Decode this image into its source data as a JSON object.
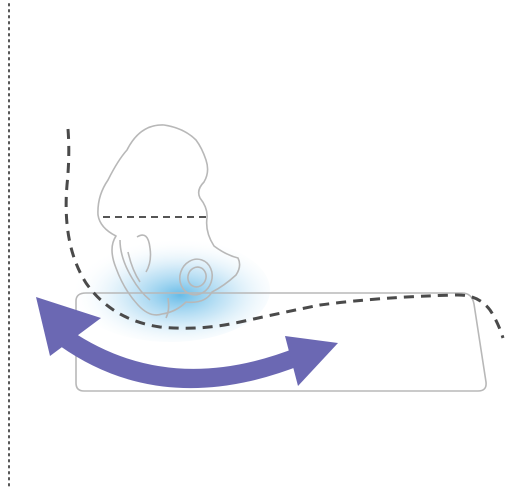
{
  "diagram": {
    "elements": [
      {
        "name": "left-border-dotted-line",
        "role": "page-edge"
      },
      {
        "name": "cushion-outline",
        "role": "seat-cushion"
      },
      {
        "name": "glow-contact-area",
        "role": "pressure-highlight"
      },
      {
        "name": "pelvis-outline",
        "role": "anatomy"
      },
      {
        "name": "pelvis-level-dashed-line",
        "role": "reference-line"
      },
      {
        "name": "body-contour-dashed-line",
        "role": "posture-contour"
      },
      {
        "name": "rotation-arrow",
        "role": "double-headed-movement-arrow"
      }
    ],
    "colors": {
      "arrow": "#6b68b3",
      "contour": "#4a4a4a",
      "outline": "#b8b8b8",
      "glow": "#5fb8e6",
      "border_dots": "#555555"
    }
  }
}
